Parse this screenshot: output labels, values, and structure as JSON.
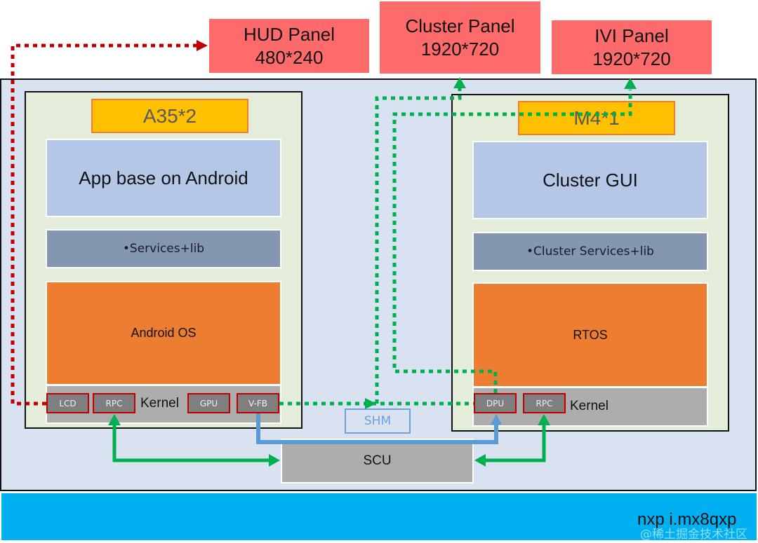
{
  "panels": {
    "hud": {
      "name": "HUD Panel",
      "resolution": "480*240"
    },
    "cluster": {
      "name": "Cluster Panel",
      "resolution": "1920*720"
    },
    "ivi": {
      "name": "IVI Panel",
      "resolution": "1920*720"
    }
  },
  "left_core": {
    "chip": "A35*2",
    "app": "App base on Android",
    "services": "•Services+lib",
    "os": "Android OS",
    "kernel_label": "Kernel",
    "modules": [
      "LCD",
      "RPC",
      "GPU",
      "V-FB"
    ]
  },
  "right_core": {
    "chip": "M4*1",
    "app": "Cluster GUI",
    "services": "•Cluster Services+lib",
    "os": "RTOS",
    "kernel_label": "Kernel",
    "modules": [
      "DPU",
      "RPC"
    ]
  },
  "shared": {
    "shm": "SHM",
    "scu": "SCU"
  },
  "soc": {
    "label": "nxp i.mx8qxp",
    "watermark": "@稀土掘金技术社区"
  },
  "colors": {
    "panel": "#ff6b6b",
    "board": "#d9e2f1",
    "core": "#e3edd9",
    "chip": "#ffc000",
    "app": "#b4c7e7",
    "services": "#8497b0",
    "os": "#ed7d31",
    "kernel": "#adadad",
    "module_border": "#c00000",
    "hud_path": "#c00000",
    "display_path": "#00b050",
    "memory_path": "#5b9bd5",
    "soc_bar": "#00b0f0"
  }
}
